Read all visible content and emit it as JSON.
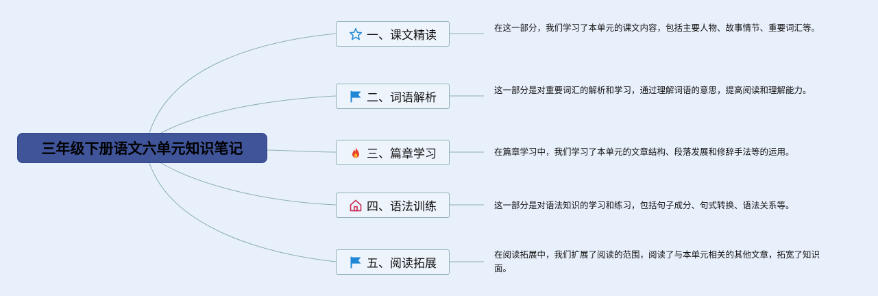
{
  "root": {
    "title": "三年级下册语文六单元知识笔记"
  },
  "branches": [
    {
      "label": "一、课文精读",
      "icon": "star-outline-icon",
      "note": "在这一部分，我们学习了本单元的课文内容，包括主要人物、故事情节、重要词汇等。"
    },
    {
      "label": "二、词语解析",
      "icon": "flag-icon",
      "note": "这一部分是对重要词汇的解析和学习，通过理解词语的意思，提高阅读和理解能力。"
    },
    {
      "label": "三、篇章学习",
      "icon": "fire-icon",
      "note": "在篇章学习中，我们学习了本单元的文章结构、段落发展和修辞手法等的运用。"
    },
    {
      "label": "四、语法训练",
      "icon": "house-icon",
      "note": "这一部分是对语法知识的学习和练习，包括句子成分、句式转换、语法关系等。"
    },
    {
      "label": "五、阅读拓展",
      "icon": "flag-icon",
      "note": "在阅读拓展中，我们扩展了阅读的范围，阅读了与本单元相关的其他文章，拓宽了知识面。"
    }
  ],
  "colors": {
    "root_fill": "#3f5499",
    "connector": "#8aaeb2",
    "star": "#2f8fd6",
    "flag": "#1f88d6",
    "fire": "#e8402a",
    "house": "#c8305a"
  }
}
